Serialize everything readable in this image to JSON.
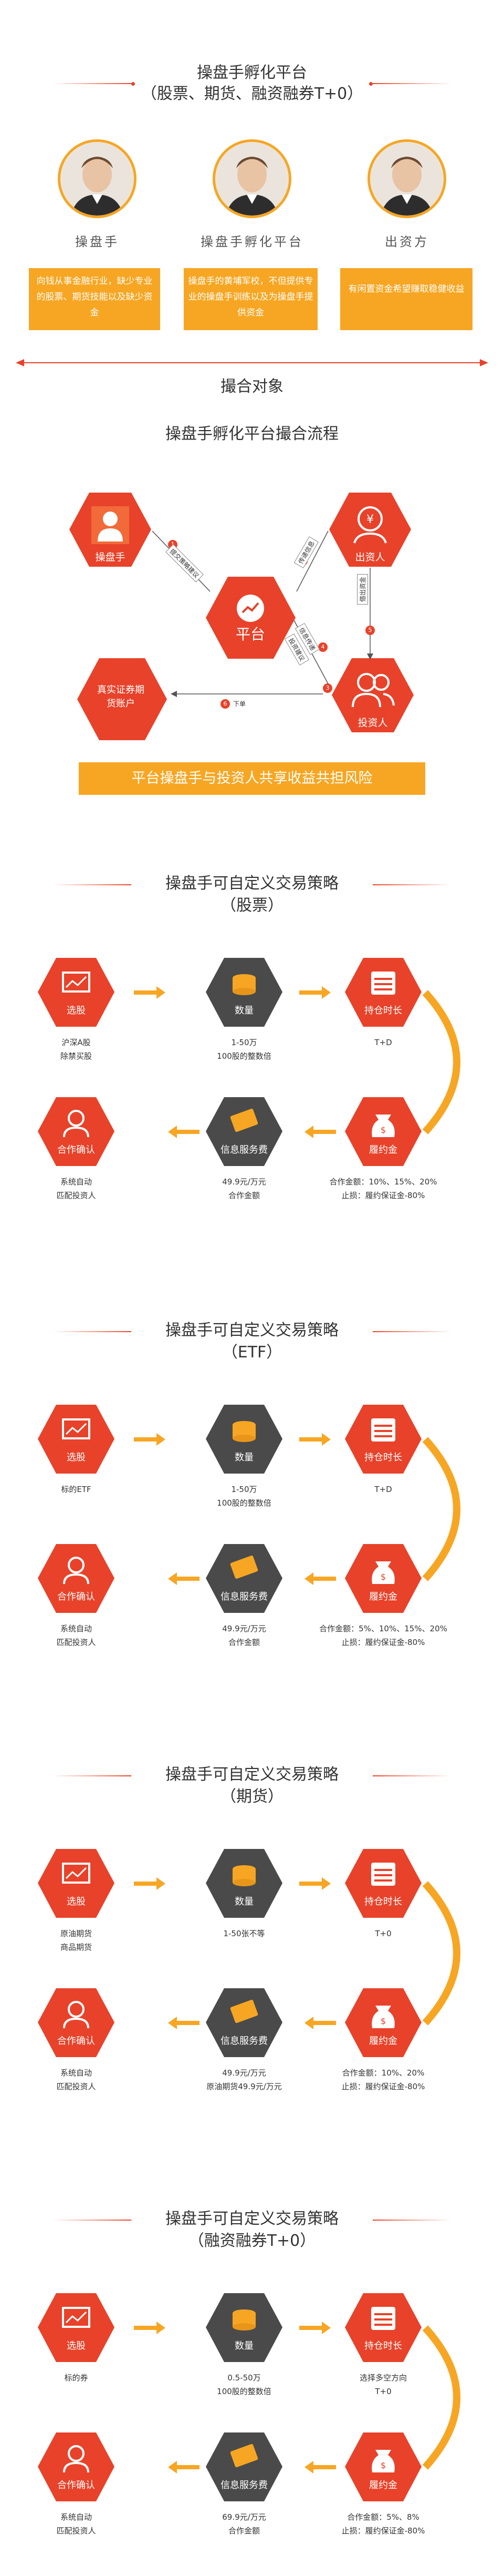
{
  "top": {
    "title": "操盘手孵化平台",
    "subtitle": "（股票、期货、融资融券T+0）",
    "roles": [
      {
        "name": "操盘手",
        "desc": "向钱从事金融行业，缺少专业的股票、期货技能以及缺少资金"
      },
      {
        "name": "操盘手孵化平台",
        "desc": "操盘手的黄埔军校，不但提供专业的操盘手训练以及为操盘手提供资金"
      },
      {
        "name": "出资方",
        "desc": "有闲置资金希望赚取稳健收益"
      }
    ],
    "match_label": "撮合对象"
  },
  "flow": {
    "title": "操盘手孵化平台撮合流程",
    "nodes": {
      "trader": "操盘手",
      "investor_top": "出资人",
      "platform": "平台",
      "investor": "投资人",
      "account": "真实证券期货账户"
    },
    "steps": [
      {
        "num": "1",
        "label": "提交策略建议"
      },
      {
        "num": "2",
        "label": "传递信息"
      },
      {
        "num": "3",
        "label": "投资建议"
      },
      {
        "num": "4",
        "label": "信息传递"
      },
      {
        "num": "5",
        "label": "借出资金"
      },
      {
        "num": "6",
        "label": "下单"
      }
    ],
    "banner": "平台操盘手与投资人共享收益共担风险"
  },
  "strategies": [
    {
      "title": "操盘手可自定义交易策略",
      "subtitle": "（股票）",
      "select": {
        "label": "选股",
        "text": "沪深A股\n除禁买股"
      },
      "amount": {
        "label": "数量",
        "text": "1-50万\n100股的整数倍"
      },
      "hold": {
        "label": "持仓时长",
        "text": "T+D"
      },
      "confirm": {
        "label": "合作确认",
        "text": "系统自动\n匹配投资人"
      },
      "fee": {
        "label": "信息服务费",
        "text": "49.9元/万元\n合作金额"
      },
      "margin": {
        "label": "履约金",
        "text": "合作金额：10%、15%、20%\n止损：履约保证金-80%"
      }
    },
    {
      "title": "操盘手可自定义交易策略",
      "subtitle": "（ETF）",
      "select": {
        "label": "选股",
        "text": "标的ETF"
      },
      "amount": {
        "label": "数量",
        "text": "1-50万\n100股的整数倍"
      },
      "hold": {
        "label": "持仓时长",
        "text": "T+D"
      },
      "confirm": {
        "label": "合作确认",
        "text": "系统自动\n匹配投资人"
      },
      "fee": {
        "label": "信息服务费",
        "text": "49.9元/万元\n合作金额"
      },
      "margin": {
        "label": "履约金",
        "text": "合作金额：5%、10%、15%、20%\n止损：履约保证金-80%"
      }
    },
    {
      "title": "操盘手可自定义交易策略",
      "subtitle": "（期货）",
      "select": {
        "label": "选股",
        "text": "原油期货\n商品期货"
      },
      "amount": {
        "label": "数量",
        "text": "1-50张不等"
      },
      "hold": {
        "label": "持仓时长",
        "text": "T+0"
      },
      "confirm": {
        "label": "合作确认",
        "text": "系统自动\n匹配投资人"
      },
      "fee": {
        "label": "信息服务费",
        "text": "49.9元/万元\n原油期货49.9元/万元"
      },
      "margin": {
        "label": "履约金",
        "text": "合作金额：10%、20%\n止损：履约保证金-80%"
      }
    },
    {
      "title": "操盘手可自定义交易策略",
      "subtitle": "（融资融券T+0）",
      "select": {
        "label": "选股",
        "text": "标的券"
      },
      "amount": {
        "label": "数量",
        "text": "0.5-50万\n100股的整数倍"
      },
      "hold": {
        "label": "持仓时长",
        "text": "选择多空方向\nT+0"
      },
      "confirm": {
        "label": "合作确认",
        "text": "系统自动\n匹配投资人"
      },
      "fee": {
        "label": "信息服务费",
        "text": "69.9元/万元\n合作金额"
      },
      "margin": {
        "label": "履约金",
        "text": "合作金额：5%、8%\n止损：履约保证金-80%"
      }
    }
  ],
  "colors": {
    "orange": "#f6a623",
    "red": "#e8432a",
    "dark": "#4a4a4a"
  }
}
